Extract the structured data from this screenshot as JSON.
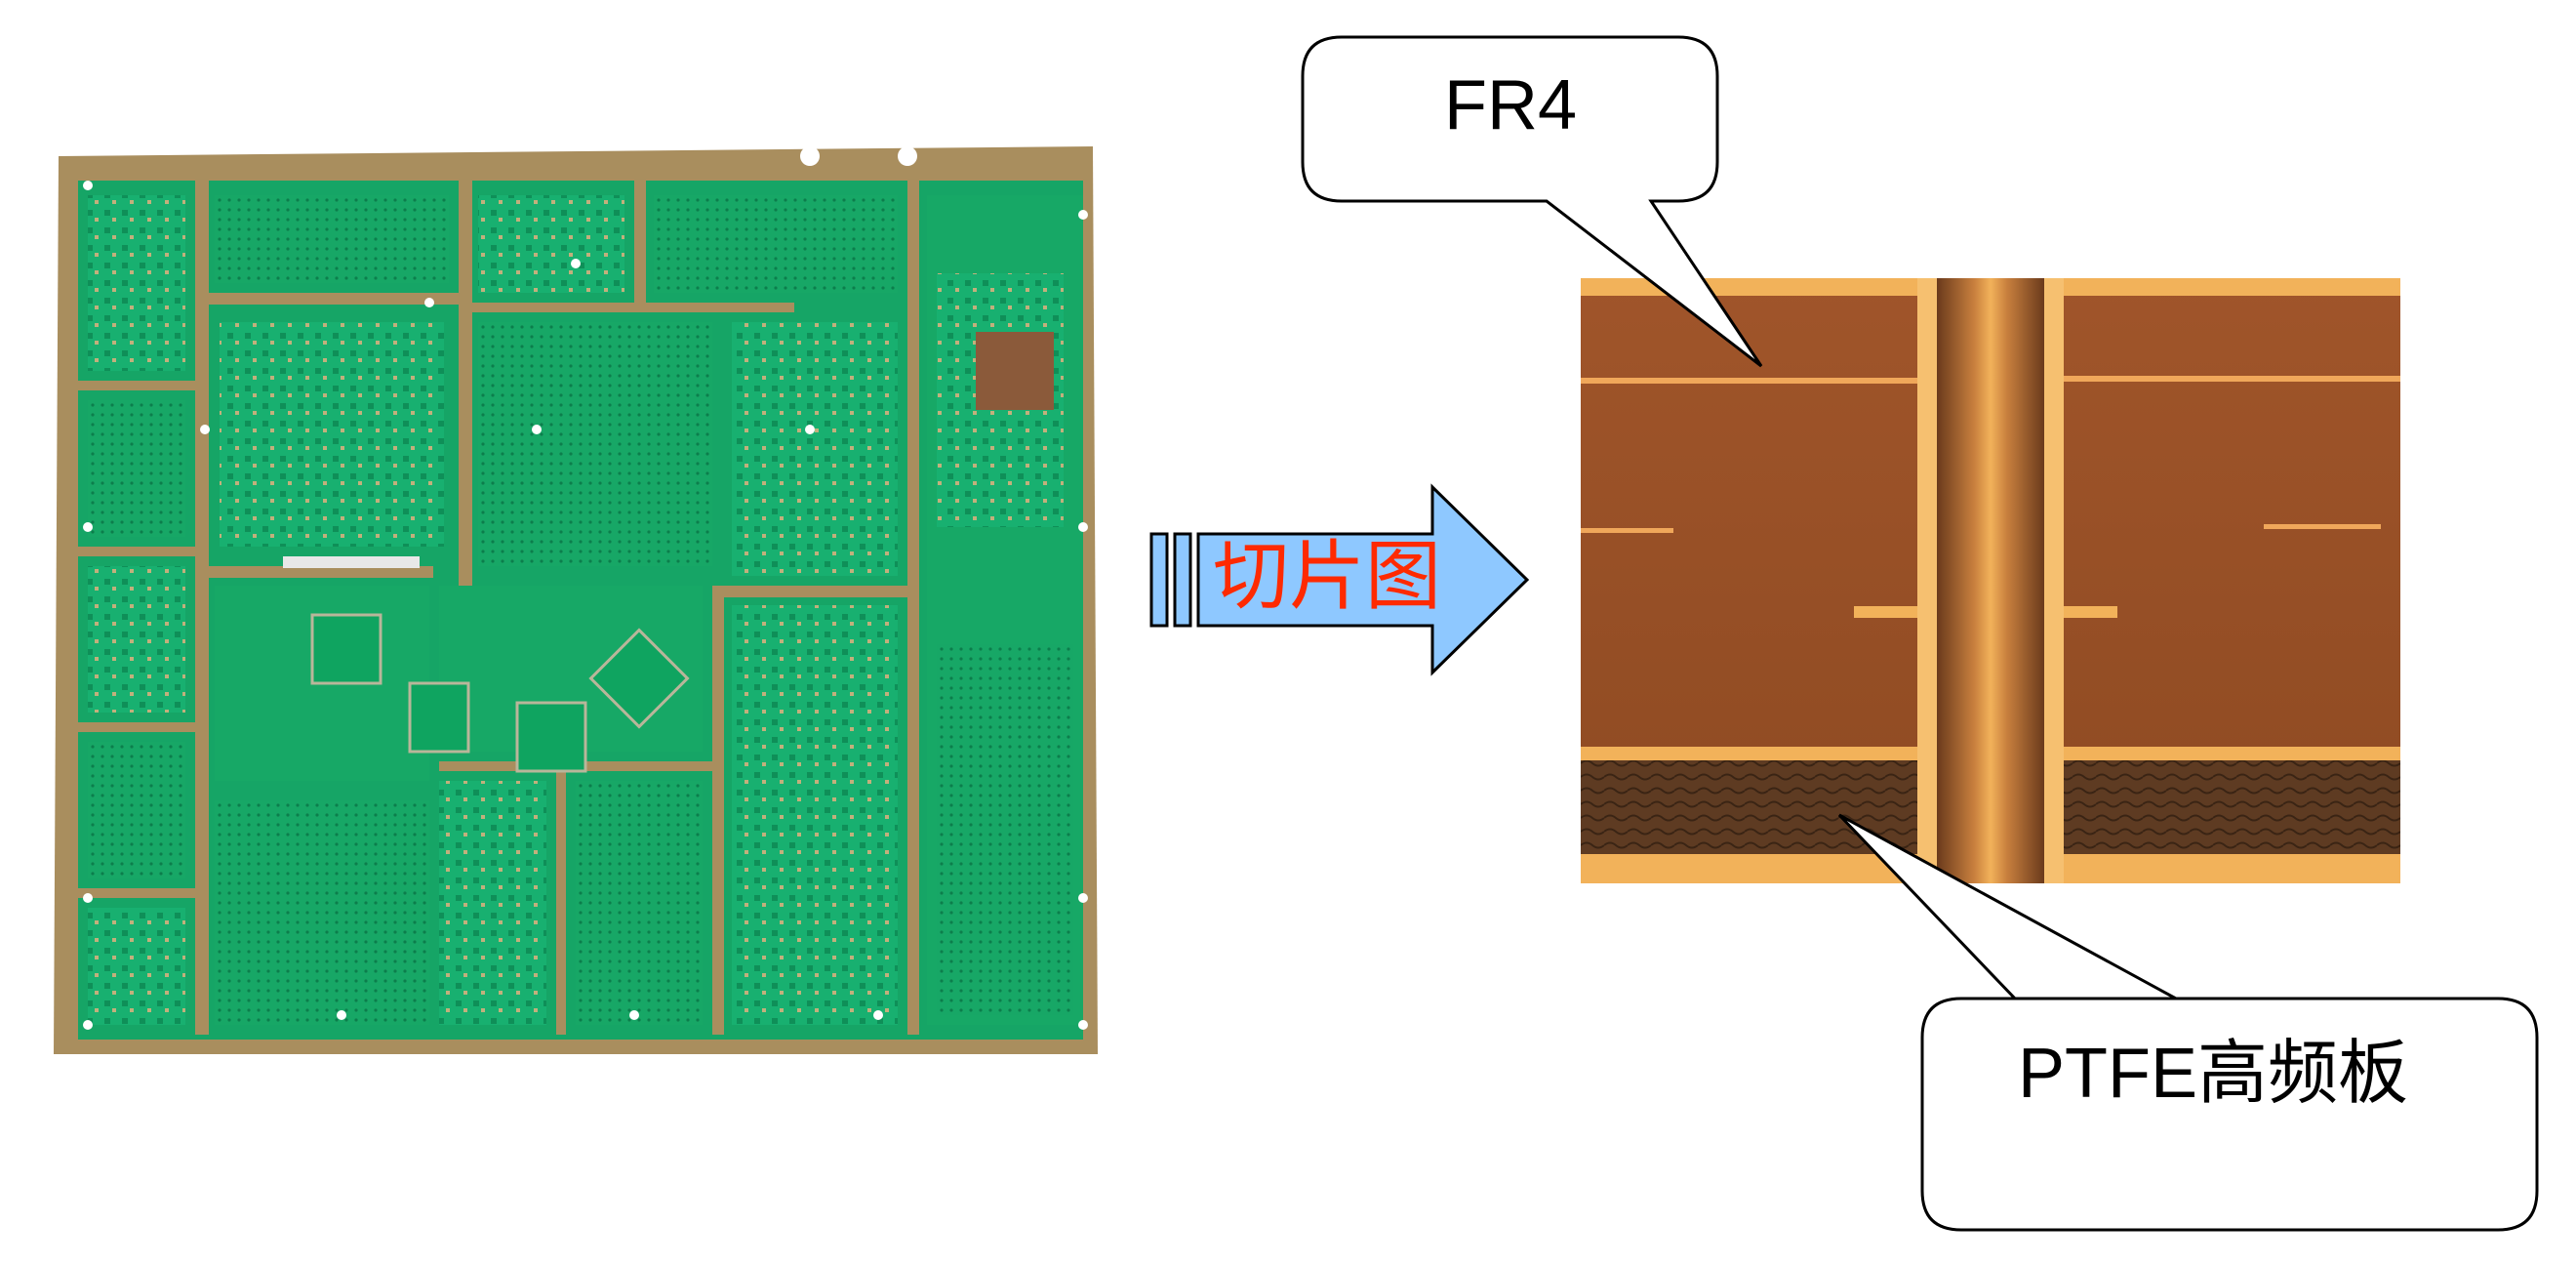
{
  "labels": {
    "fr4": "FR4",
    "arrow": "切片图",
    "ptfe": "PTFE高频板"
  },
  "colors": {
    "pcb_green": "#14a86a",
    "pcb_substrate": "#a98e5e",
    "cross_section_brown": "#9a4e22",
    "copper": "#f2b25a",
    "arrow_fill": "#8ec8ff",
    "arrow_text": "#ff2a00"
  },
  "icons": {
    "left_image": "pcb-board-photo",
    "right_image": "cross-section-micrograph",
    "arrow": "right-arrow-icon"
  }
}
